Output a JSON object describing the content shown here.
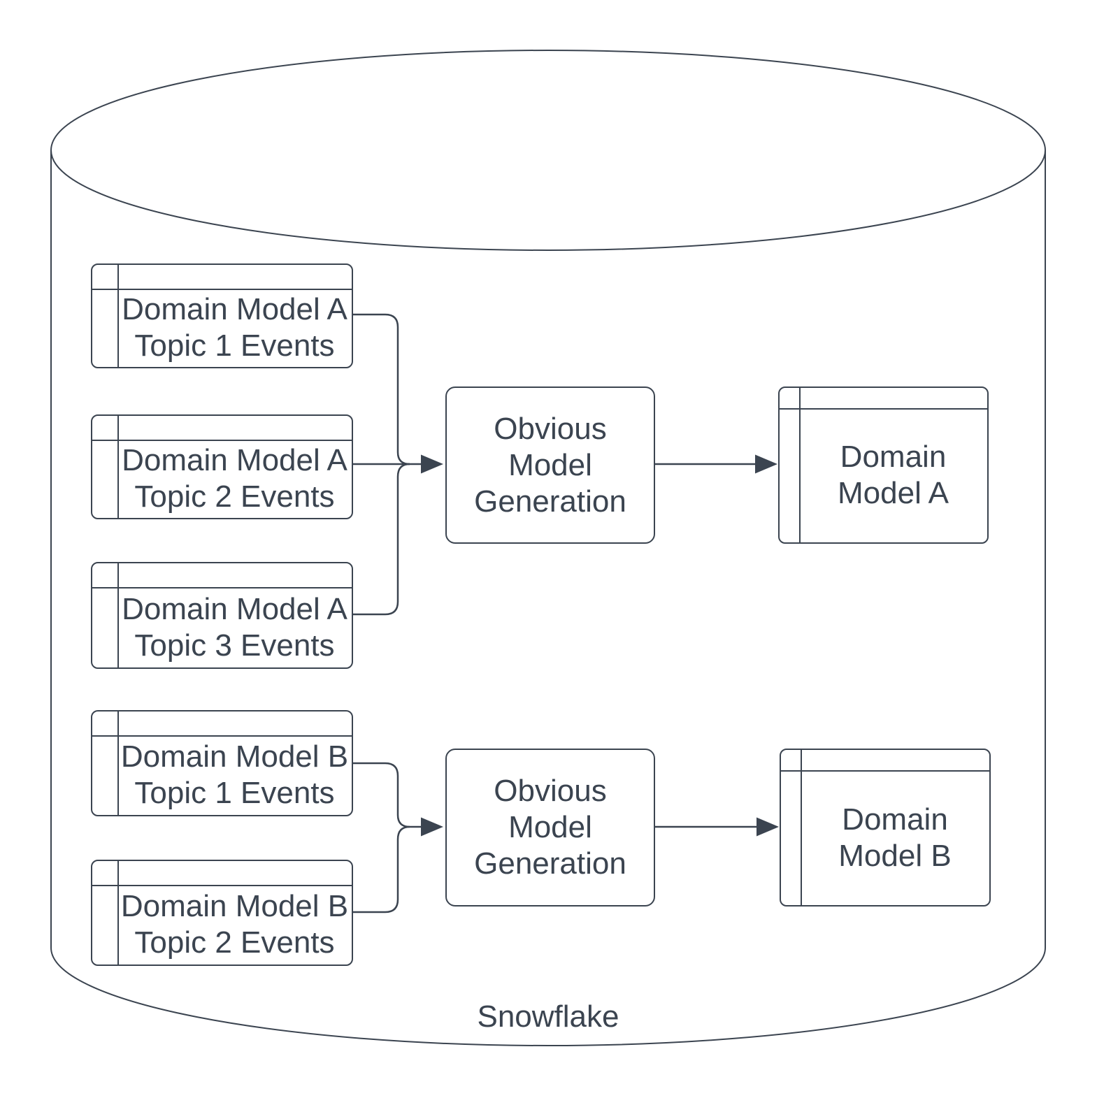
{
  "diagram": {
    "database_label": "Snowflake",
    "colors": {
      "stroke": "#3b4450",
      "text": "#3b4450",
      "fill": "#ffffff"
    },
    "group_a": {
      "sources": [
        {
          "label": "Domain Model A\nTopic 1 Events"
        },
        {
          "label": "Domain Model A\nTopic 2 Events"
        },
        {
          "label": "Domain Model A\nTopic 3 Events"
        }
      ],
      "process": {
        "label": "Obvious\nModel\nGeneration"
      },
      "output": {
        "label": "Domain\nModel A"
      }
    },
    "group_b": {
      "sources": [
        {
          "label": "Domain Model B\nTopic 1 Events"
        },
        {
          "label": "Domain Model B\nTopic 2 Events"
        }
      ],
      "process": {
        "label": "Obvious\nModel\nGeneration"
      },
      "output": {
        "label": "Domain\nModel B"
      }
    }
  }
}
